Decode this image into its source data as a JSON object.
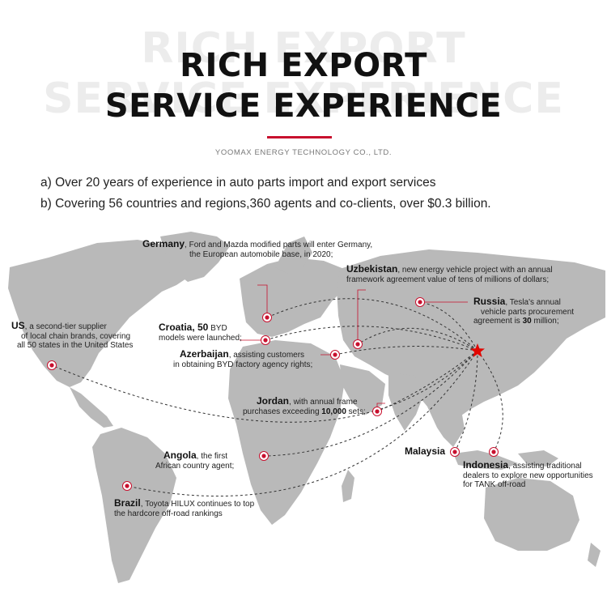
{
  "header": {
    "ghost_line1": "RICH EXPORT",
    "ghost_line2": "SERVICE EXPERIENCE",
    "title_line1": "RICH EXPORT",
    "title_line2": "SERVICE EXPERIENCE",
    "company": "YOOMAX ENERGY TECHNOLOGY CO., LTD.",
    "accent_color": "#c8102e"
  },
  "bullets": [
    "a) Over 20 years of experience in auto parts import and export services",
    "b) Covering 56 countries and regions,360 agents and co-clients, over $0.3 billion."
  ],
  "destinations": [
    {
      "name": "Germany",
      "line1": ", Ford and Mazda modified parts will enter Germany,",
      "line2": "the European automobile base, in 2020;"
    },
    {
      "name": "Uzbekistan",
      "line1": ", new energy vehicle project with an annual",
      "line2": "framework agreement value of tens of millions of dollars;"
    },
    {
      "name": "Russia",
      "line1": ", Tesla's annual",
      "line2": "vehicle parts procurement",
      "line3a": "agreement is ",
      "line3b": "30",
      "line3c": " million;"
    },
    {
      "name": "US",
      "line1": ",     a second-tier supplier",
      "line2": "of local chain brands, covering",
      "line3": "all 50 states in the United States"
    },
    {
      "name": "Croatia",
      "name2": ", 50",
      "line1": " BYD",
      "line2": "models were launched;"
    },
    {
      "name": "Azerbaijan",
      "line1": ", assisting customers",
      "line2": "in obtaining BYD factory agency rights;"
    },
    {
      "name": "Jordan",
      "line1": ", with annual frame",
      "line2a": "purchases exceeding ",
      "line2b": "10,000",
      "line2c": " sets;"
    },
    {
      "name": "Malaysia"
    },
    {
      "name": "Indonesia",
      "line1": ", assisting traditional",
      "line2": "dealers to explore new opportunities",
      "line3": "for TANK off-road"
    },
    {
      "name": "Angola",
      "line1": ",   the first",
      "line2": "African country agent;"
    },
    {
      "name": "Brazil",
      "line1": ",  Toyota HILUX continues to top",
      "line2": "the hardcore off-road rankings"
    }
  ]
}
